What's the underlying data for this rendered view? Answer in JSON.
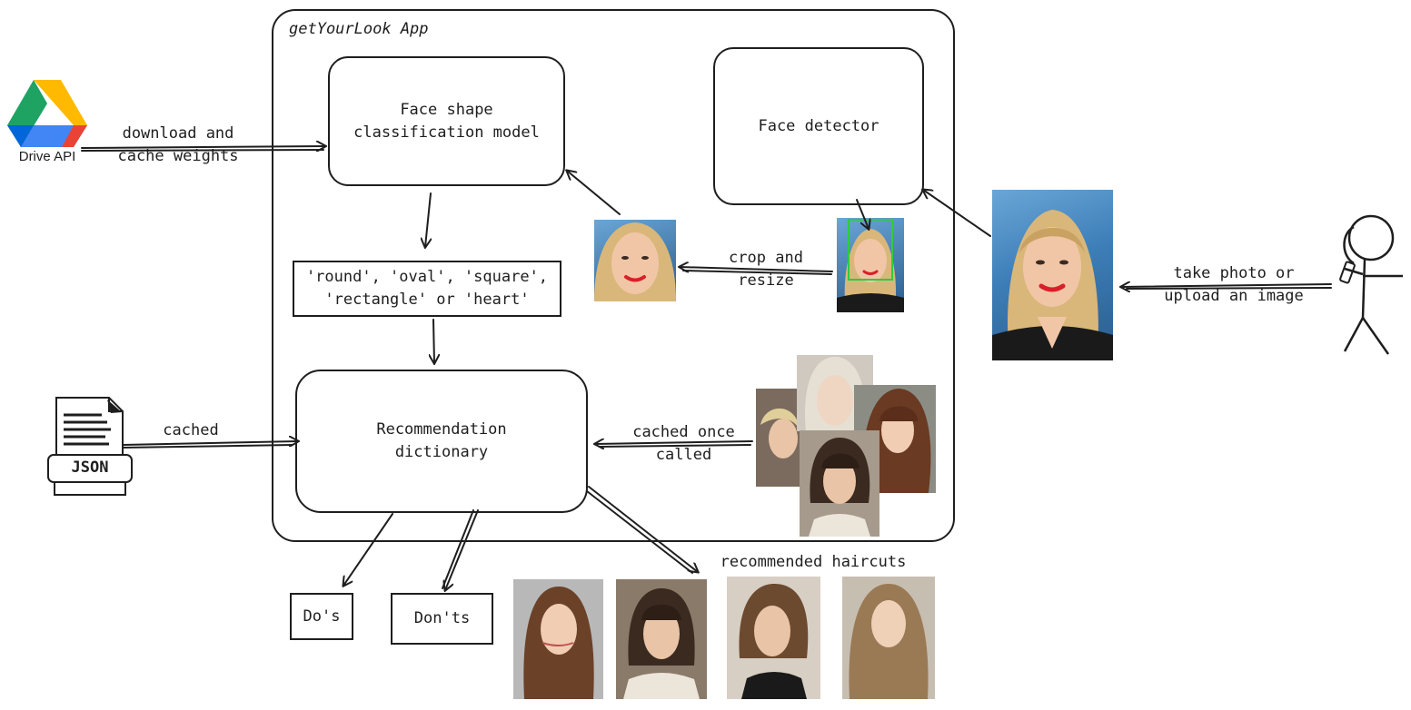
{
  "app": {
    "title": "getYourLook App"
  },
  "nodes": {
    "face_shape_model": {
      "label_line1": "Face shape",
      "label_line2": "classification model"
    },
    "face_detector": {
      "label": "Face detector"
    },
    "shapes": {
      "label_line1": "'round', 'oval', 'square',",
      "label_line2": "'rectangle' or 'heart'"
    },
    "recommendation_dict": {
      "label_line1": "Recommendation",
      "label_line2": "dictionary"
    },
    "dos": {
      "label": "Do's"
    },
    "donts": {
      "label": "Don'ts"
    },
    "json_file": {
      "label": "JSON"
    },
    "drive_api": {
      "label": "Drive API"
    }
  },
  "edges": {
    "download": {
      "line1": "download and",
      "line2": "cache weights"
    },
    "crop": {
      "line1": "crop and",
      "line2": "resize"
    },
    "take_photo": {
      "line1": "take photo or",
      "line2": "upload an image"
    },
    "cached": {
      "label": "cached"
    },
    "cached_once": {
      "line1": "cached once",
      "line2": "called"
    },
    "recommended": {
      "label": "recommended haircuts"
    }
  },
  "colors": {
    "stroke": "#1e1e1e",
    "drive_green": "#1ea362",
    "drive_yellow": "#ffba00",
    "drive_blue": "#4285f4",
    "drive_red": "#ea4335",
    "face_box": "#2ecc40"
  },
  "icons": {
    "drive": "google-drive-icon",
    "json": "json-document-icon",
    "user": "stick-figure-user-icon"
  }
}
